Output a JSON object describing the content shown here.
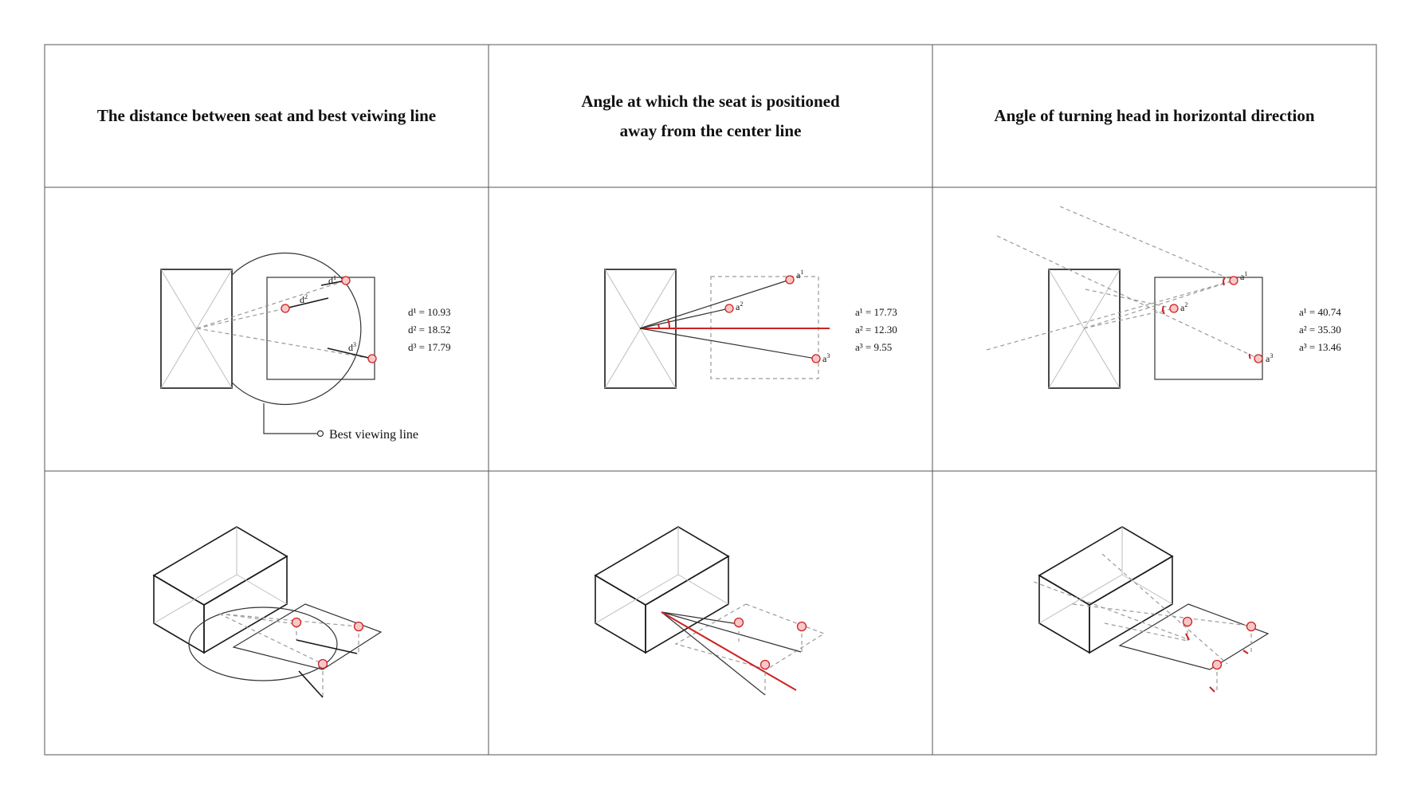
{
  "headers": {
    "col1": "The distance between seat and best veiwing line",
    "col2_line1": "Angle at which the seat is positioned",
    "col2_line2": "away from the center line",
    "col3": "Angle of turning head in horizontal direction"
  },
  "panel1": {
    "labels": {
      "d1": "d",
      "d2": "d",
      "d3": "d",
      "sup1": "1",
      "sup2": "2",
      "sup3": "3"
    },
    "values": [
      "d¹ = 10.93",
      "d² = 18.52",
      "d³ = 17.79"
    ],
    "callout": "Best viewing line"
  },
  "panel2": {
    "labels": {
      "a1": "a",
      "a2": "a",
      "a3": "a",
      "sup1": "1",
      "sup2": "2",
      "sup3": "3"
    },
    "values": [
      "a¹ = 17.73",
      "a² = 12.30",
      "a³ = 9.55"
    ]
  },
  "panel3": {
    "labels": {
      "a1": "a",
      "a2": "a",
      "a3": "a",
      "sup1": "1",
      "sup2": "2",
      "sup3": "3"
    },
    "values": [
      "a¹ = 40.74",
      "a² = 35.30",
      "a³ = 13.46"
    ]
  },
  "colors": {
    "line": "#1a1a1a",
    "grid": "#555555",
    "dashed": "#999999",
    "accent": "#cc2222",
    "seat_fill": "#f8c8c8"
  }
}
